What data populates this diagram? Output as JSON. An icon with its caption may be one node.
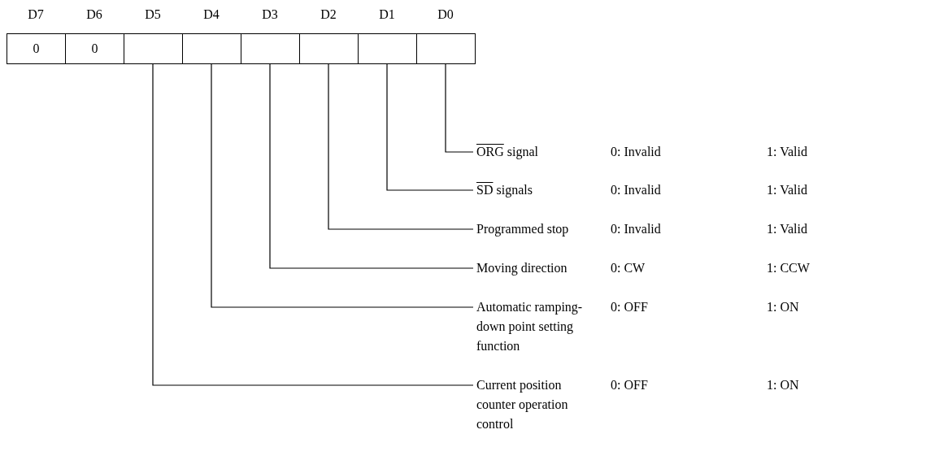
{
  "diagram": {
    "nodes": [
      {
        "text": [
          "0"
        ],
        "beside": [
          "D7"
        ]
      },
      {
        "text": [
          "0"
        ],
        "beside": [
          "D6"
        ]
      },
      {
        "text": [],
        "shape": "box",
        "beside": [
          "D5"
        ]
      },
      {
        "text": [],
        "shape": "box",
        "beside": [
          "D4"
        ]
      },
      {
        "text": [],
        "shape": "box",
        "beside": [
          "D3"
        ]
      },
      {
        "text": [],
        "shape": "box",
        "beside": [
          "D2"
        ]
      },
      {
        "text": [],
        "shape": "box",
        "beside": [
          "D1"
        ]
      },
      {
        "text": [],
        "shape": "box",
        "beside": [
          "D0"
        ]
      },
      {
        "text": [
          "ORG signal"
        ]
      },
      {
        "text": [
          "SD signals"
        ]
      },
      {
        "text": [
          "Programmed stop"
        ]
      },
      {
        "text": [
          "Moving direction"
        ]
      },
      {
        "text": [
          "Automatic ramping-down point setting function"
        ]
      },
      {
        "text": [
          "Current position counter operation control"
        ]
      }
    ],
    "edges": [
      {
        "from": 7,
        "to": 8,
        "arrow": "none"
      },
      {
        "from": 6,
        "to": 9,
        "arrow": "none"
      },
      {
        "from": 5,
        "to": 10,
        "arrow": "none"
      },
      {
        "from": 4,
        "to": 11,
        "arrow": "none"
      },
      {
        "from": 3,
        "to": 12,
        "arrow": "none"
      },
      {
        "from": 2,
        "to": 13,
        "arrow": "none"
      }
    ],
    "labels": [
      "0: Invalid",
      "1: Valid",
      "0: Invalid",
      "1: Valid",
      "0: Invalid",
      "1: Valid",
      "0: CW",
      "1: CCW",
      "0: OFF",
      "1: ON",
      "0: OFF",
      "1: ON"
    ]
  }
}
